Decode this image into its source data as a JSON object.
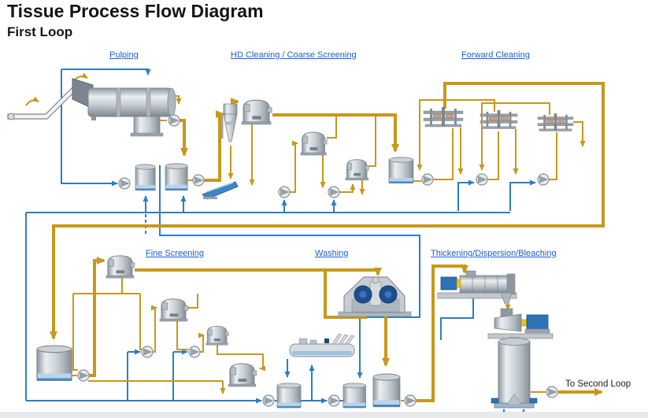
{
  "header": {
    "title": "Tissue Process Flow Diagram",
    "subtitle": "First Loop"
  },
  "sections": {
    "pulping": {
      "label": "Pulping"
    },
    "hd_cleaning": {
      "label": "HD Cleaning / Coarse Screening"
    },
    "forward_cleaning": {
      "label": "Forward Cleaning"
    },
    "fine_screening": {
      "label": "Fine Screening"
    },
    "washing": {
      "label": "Washing"
    },
    "thickening": {
      "label": "Thickening/Dispersion/Bleaching"
    }
  },
  "annotations": {
    "to_second_loop": "To Second Loop"
  },
  "legend_colors": {
    "pulp_flow_line": "#C8981B",
    "water_flow_line": "#2B7FC3",
    "section_label": "#1B5FCE",
    "title_text": "#151515"
  },
  "equipment": [
    {
      "name": "bale-conveyor"
    },
    {
      "name": "drum-pulper"
    },
    {
      "name": "pulper-discharge-chute"
    },
    {
      "name": "dilution-water-tank"
    },
    {
      "name": "dump-chest"
    },
    {
      "name": "hd-cleaner-cyclone"
    },
    {
      "name": "junk-trap"
    },
    {
      "name": "coarse-screen-primary"
    },
    {
      "name": "coarse-screen-secondary"
    },
    {
      "name": "coarse-screen-tertiary"
    },
    {
      "name": "screened-stock-chest"
    },
    {
      "name": "cleaner-bank-primary"
    },
    {
      "name": "cleaner-bank-secondary"
    },
    {
      "name": "cleaner-bank-tertiary"
    },
    {
      "name": "fine-screening-feed-chest"
    },
    {
      "name": "fine-screen-primary"
    },
    {
      "name": "fine-screen-secondary"
    },
    {
      "name": "fine-screen-tertiary"
    },
    {
      "name": "reject-sorter"
    },
    {
      "name": "flotation-unit"
    },
    {
      "name": "washer"
    },
    {
      "name": "filtrate-tank-1"
    },
    {
      "name": "filtrate-tank-2"
    },
    {
      "name": "washed-stock-chest"
    },
    {
      "name": "screw-press"
    },
    {
      "name": "disperser"
    },
    {
      "name": "bleaching-tower"
    },
    {
      "name": "process-pumps"
    }
  ]
}
